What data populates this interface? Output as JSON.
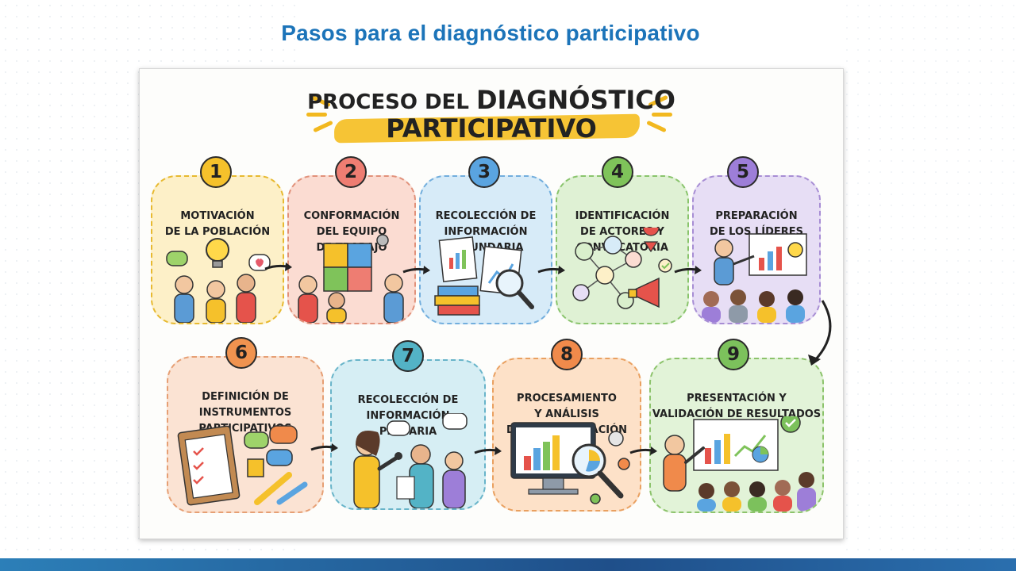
{
  "slide": {
    "title": "Pasos para el diagnóstico participativo"
  },
  "header": {
    "line1_prefix": "PROCESO DEL",
    "line1_bold": "DIAGNÓSTICO",
    "line2": "PARTICIPATIVO"
  },
  "steps": [
    {
      "number": "1",
      "title": "MOTIVACIÓN\nDE LA POBLACIÓN",
      "color": "#fdf0c8",
      "border": "#e7b930",
      "badge": "#f5c12b",
      "icon": "people-lightbulb-icon"
    },
    {
      "number": "2",
      "title": "CONFORMACIÓN\nDEL EQUIPO\nDE TRABAJO",
      "color": "#fbdcd2",
      "border": "#e1917a",
      "badge": "#ee7d72",
      "icon": "puzzle-team-icon"
    },
    {
      "number": "3",
      "title": "RECOLECCIÓN DE\nINFORMACIÓN\nSECUNDARIA",
      "color": "#d7ebf8",
      "border": "#72aedd",
      "badge": "#5aa4e0",
      "icon": "documents-magnifier-icon"
    },
    {
      "number": "4",
      "title": "IDENTIFICACIÓN\nDE ACTORES Y\nCONVOCATORIA",
      "color": "#dff1d4",
      "border": "#89c46c",
      "badge": "#7fc35a",
      "icon": "network-megaphone-icon"
    },
    {
      "number": "5",
      "title": "PREPARACIÓN\nDE LOS LÍDERES",
      "color": "#e7def5",
      "border": "#a78dd4",
      "badge": "#9d7ed8",
      "icon": "leader-presentation-icon"
    },
    {
      "number": "6",
      "title": "DEFINICIÓN DE\nINSTRUMENTOS\nPARTICIPATIVOS",
      "color": "#fbe3d3",
      "border": "#e69f74",
      "badge": "#f0934f",
      "icon": "clipboard-checklist-icon"
    },
    {
      "number": "7",
      "title": "RECOLECCIÓN DE\nINFORMACIÓN\nPRIMARIA",
      "color": "#d6eef4",
      "border": "#68b4c9",
      "badge": "#53b3c6",
      "icon": "interview-microphone-icon"
    },
    {
      "number": "8",
      "title": "PROCESAMIENTO\nY ANÁLISIS\nDE LA INFORMACIÓN",
      "color": "#fde1c8",
      "border": "#e9a060",
      "badge": "#f08a4b",
      "icon": "monitor-analysis-icon"
    },
    {
      "number": "9",
      "title": "PRESENTACIÓN Y\nVALIDACIÓN DE RESULTADOS",
      "color": "#e2f3d8",
      "border": "#8cc36b",
      "badge": "#7cc15c",
      "icon": "results-presentation-icon"
    }
  ]
}
